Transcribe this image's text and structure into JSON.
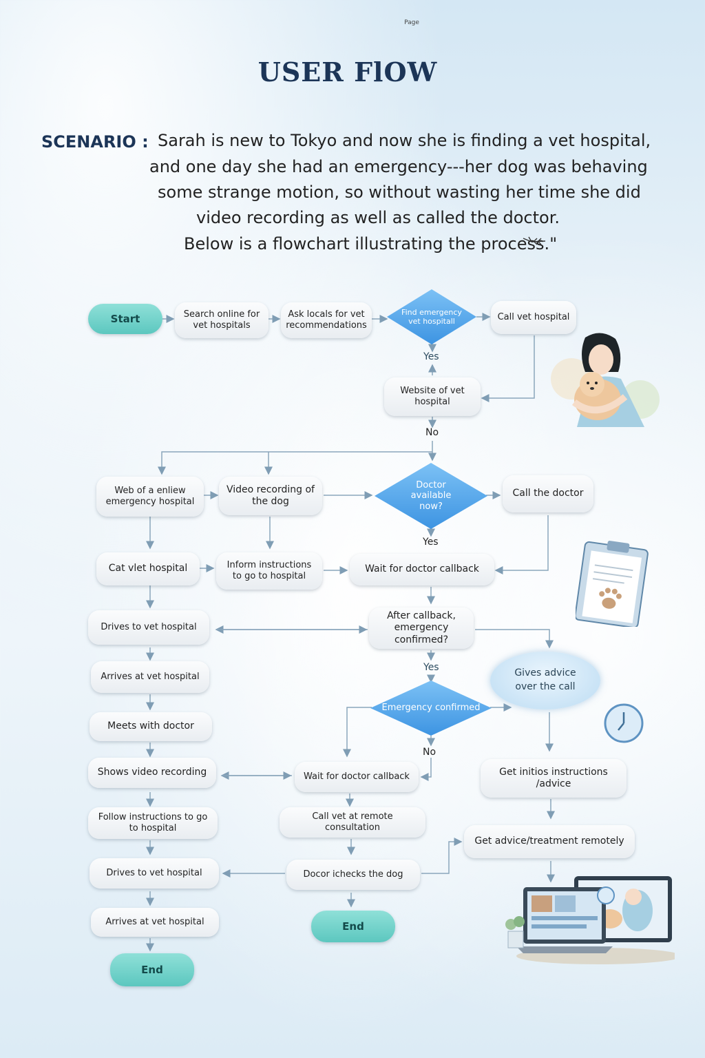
{
  "page_label": "Page",
  "title": "USER FlOW",
  "scenario": {
    "label": "SCENARIO :",
    "lines": [
      "Sarah is new to Tokyo and now she is finding a vet hospital,",
      "and one day she had an emergency---her dog was behaving",
      "some strange motion, so without wasting her time she did",
      "video recording as well as called the doctor.",
      "Below is a flowchart illustrating the process.\""
    ]
  },
  "flow": {
    "start": "Start",
    "search_online": "Search online for vet hospitals",
    "ask_locals": "Ask locals for vet recommendations",
    "find_emergency": "Find emergency vet hospitall",
    "call_vet_hospital": "Call vet hospital",
    "yes_1": "Yes",
    "website": "Website of vet hospital",
    "no_1": "No",
    "web_emergency": "Web of a enliew emergency  hospital",
    "video_recording": "Video recording of the dog",
    "doctor_available": "Doctor available now?",
    "call_doctor": "Call the doctor",
    "yes_2": "Yes",
    "cat_vet": "Cat vlet hospital",
    "inform_instructions": "Inform instructions to go to hospital",
    "wait_callback_1": "Wait for doctor callback",
    "drives_1": "Drives to vet hospital",
    "after_callback": "After callback, emergency confirmed?",
    "arrives_1": "Arrives at vet hospital",
    "yes_3": "Yes",
    "gives_advice": "Gives advice over the call",
    "emergency_confirmed": "Emergency confirmed",
    "meets_doctor": "Meets with doctor",
    "no_2": "No",
    "shows_video": "Shows video recording",
    "wait_callback_2": "Wait for doctor callback",
    "get_initios": "Get initios instructions /advice",
    "follow_instructions": "Follow instructions to go to hospital",
    "call_remote": "Call vet at remote consultation",
    "get_advice_remote": "Get advice/treatment remotely",
    "drives_2": "Drives to vet hospital",
    "doctor_checks": "Docor ichecks the dog",
    "arrives_2": "Arrives at vet hospital",
    "end_mid": "End",
    "end_left": "End"
  },
  "colors": {
    "title": "#1c3557",
    "diamond": "#4ea3ea",
    "terminal": "#6fd1c8",
    "connector": "#7f9db4"
  },
  "illustrations": [
    "woman-holding-dog",
    "clipboard-with-paw",
    "clock-icon",
    "laptop-video-call"
  ]
}
